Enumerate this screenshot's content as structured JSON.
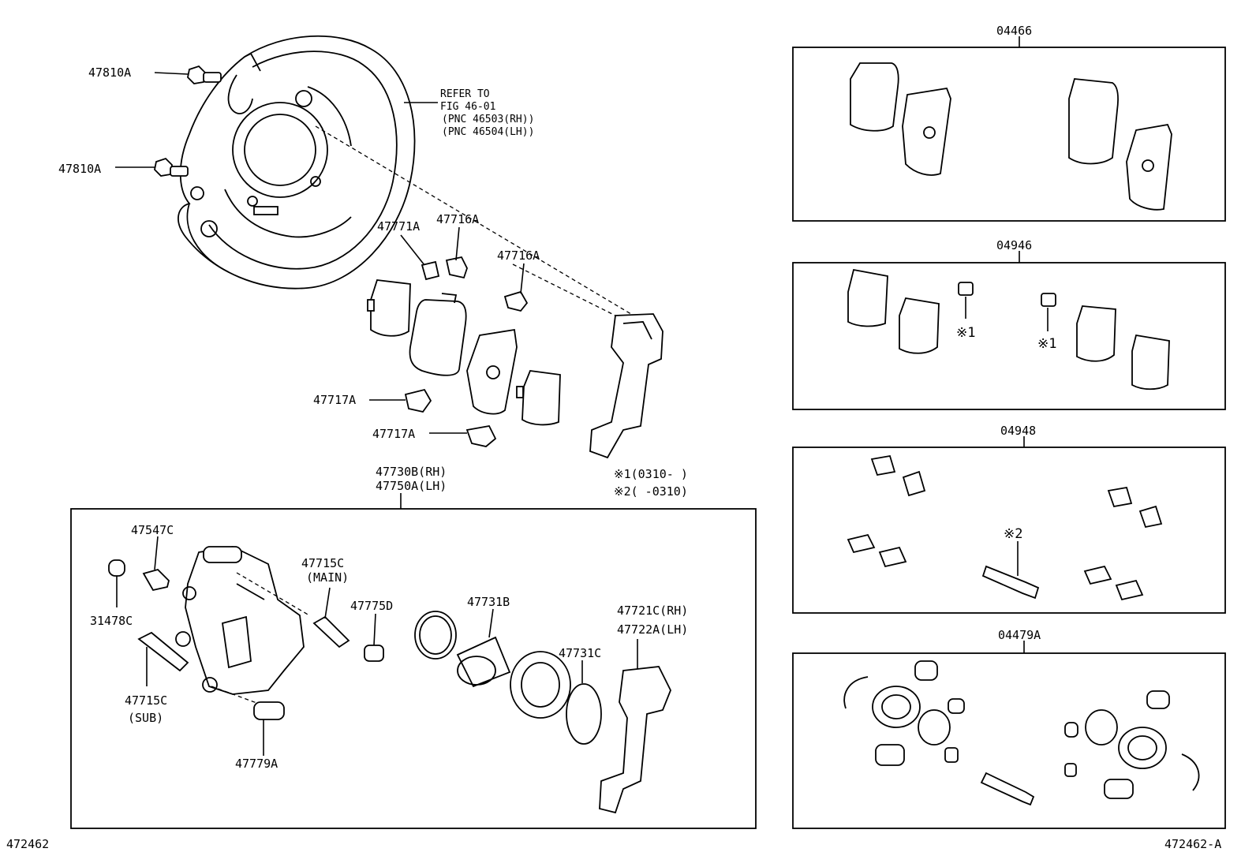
{
  "labels": {
    "bolt_top": "47810A",
    "bolt_bottom": "47810A",
    "refer_line1": "REFER TO",
    "refer_line2": "FIG 46-01",
    "refer_line3": "(PNC 46503(RH))",
    "refer_line4": "(PNC 46504(LH))",
    "clip_47771a": "47771A",
    "clip_47716a_1": "47716A",
    "clip_47716a_2": "47716A",
    "clip_47717a_1": "47717A",
    "clip_47717a_2": "47717A",
    "caliper_assy_rh": "47730B(RH)",
    "caliper_assy_lh": "47750A(LH)",
    "note1": "※1(0310-    )",
    "note2": "※2(    -0310)",
    "p47547c": "47547C",
    "p31478c": "31478C",
    "p47715c_main": "47715C",
    "p47715c_main_sub": "(MAIN)",
    "p47775d": "47775D",
    "p47731b": "47731B",
    "p47731c": "47731C",
    "p47721c": "47721C(RH)",
    "p47722a": "47722A(LH)",
    "p47715c_sub": "47715C",
    "p47715c_sub_sub": "(SUB)",
    "p47779a": "47779A",
    "kit_04466": "04466",
    "kit_04946": "04946",
    "kit_04948": "04948",
    "kit_04479a": "04479A",
    "star1_left": "※1",
    "star1_right": "※1",
    "star2": "※2",
    "footer_left": "472462",
    "footer_right": "472462-A"
  }
}
